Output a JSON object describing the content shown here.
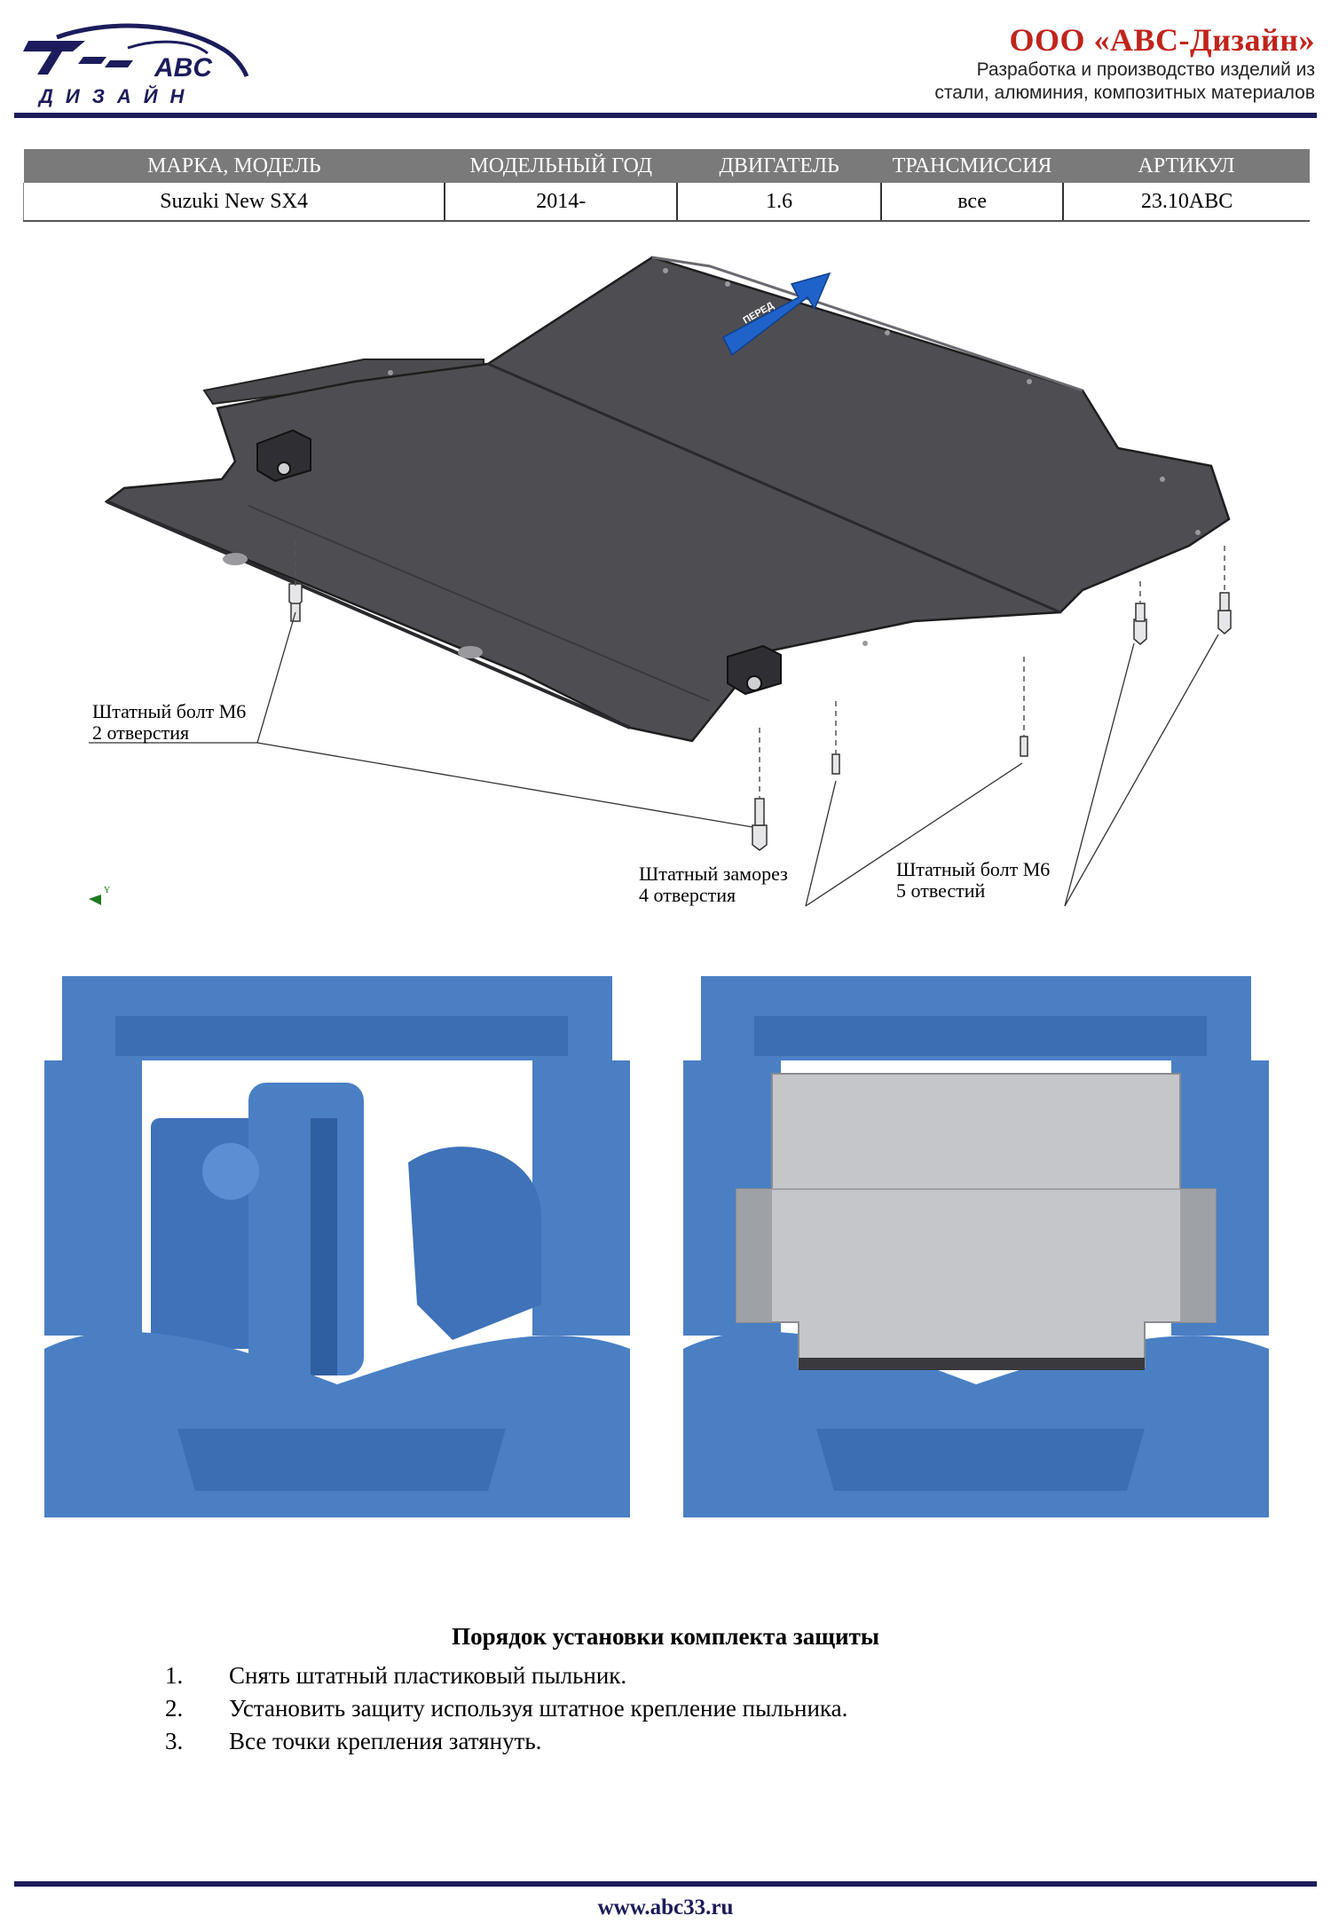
{
  "header": {
    "logo_text": "ABC",
    "logo_subtext": "ДИЗАЙН",
    "company_name": "ООО «АВС-Дизайн»",
    "tagline_line1": "Разработка и производство изделий из",
    "tagline_line2": "стали, алюминия, композитных материалов"
  },
  "spec_table": {
    "headers": [
      "МАРКА, МОДЕЛЬ",
      "МОДЕЛЬНЫЙ ГОД",
      "ДВИГАТЕЛЬ",
      "ТРАНСМИССИЯ",
      "АРТИКУЛ"
    ],
    "row": [
      "Suzuki New SX4",
      "2014-",
      "1.6",
      "все",
      "23.10ABC"
    ]
  },
  "diagram": {
    "direction_label": "ПЕРЕД",
    "axis_label": "Y",
    "callouts": [
      {
        "line1": "Штатный болт М6",
        "line2": "2 отверстия"
      },
      {
        "line1": "Штатный заморез",
        "line2": "4 отверстия"
      },
      {
        "line1": "Штатный болт М6",
        "line2": "5 отвестий"
      }
    ]
  },
  "colors": {
    "brand_red": "#c0241c",
    "rule_navy": "#1c1c5c",
    "table_header_gray": "#7a7a7a",
    "scan_blue": "#4a7fc4",
    "plate_dark": "#4c4c50",
    "plate_light": "#c4c6c9"
  },
  "instructions": {
    "title": "Порядок установки комплекта защиты",
    "steps": [
      {
        "num": "1.",
        "text": "Снять штатный пластиковый пыльник."
      },
      {
        "num": "2.",
        "text": "Установить защиту используя штатное крепление пыльника."
      },
      {
        "num": "3.",
        "text": "Все точки крепления затянуть."
      }
    ]
  },
  "footer": {
    "url": "www.abc33.ru"
  }
}
